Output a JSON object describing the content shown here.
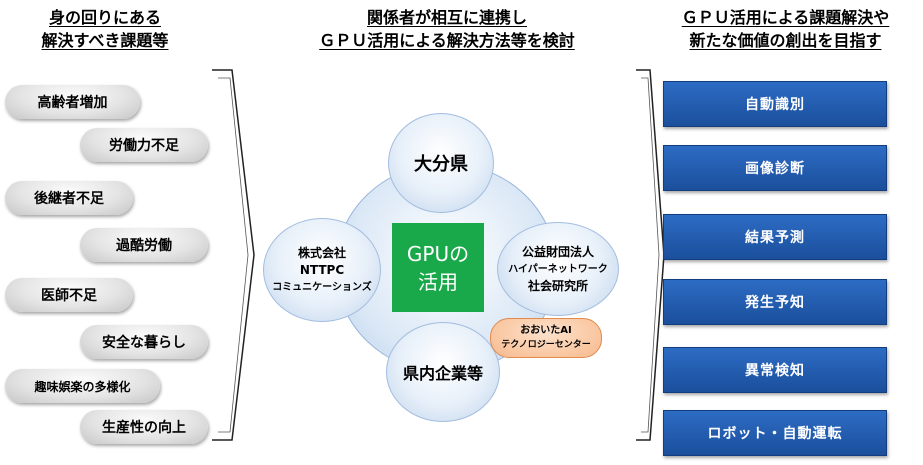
{
  "headings": {
    "left": [
      "身の回りにある",
      "解決すべき課題等"
    ],
    "middle": [
      "関係者が相互に連携し",
      "ＧＰＵ活用による解決方法等を検討"
    ],
    "right": [
      "ＧＰＵ活用による課題解決や",
      "新たな価値の創出を目指す"
    ]
  },
  "issues": [
    "高齢者増加",
    "労働力不足",
    "後継者不足",
    "過酷労働",
    "医師不足",
    "安全な暮らし",
    "趣味娯楽の多様化",
    "生産性の向上"
  ],
  "center": {
    "top": "大分県",
    "left": [
      "株式会社",
      "NTTPC",
      "コミュニケーションズ"
    ],
    "right": [
      "公益財団法人",
      "ハイパーネットワーク",
      "社会研究所"
    ],
    "bottom": "県内企業等",
    "core": [
      "GPUの",
      "活用"
    ],
    "sub": [
      "おおいたAI",
      "テクノロジーセンター"
    ]
  },
  "solutions": [
    "自動識別",
    "画像診断",
    "結果予測",
    "発生予知",
    "異常検知",
    "ロボット・自動運転"
  ]
}
